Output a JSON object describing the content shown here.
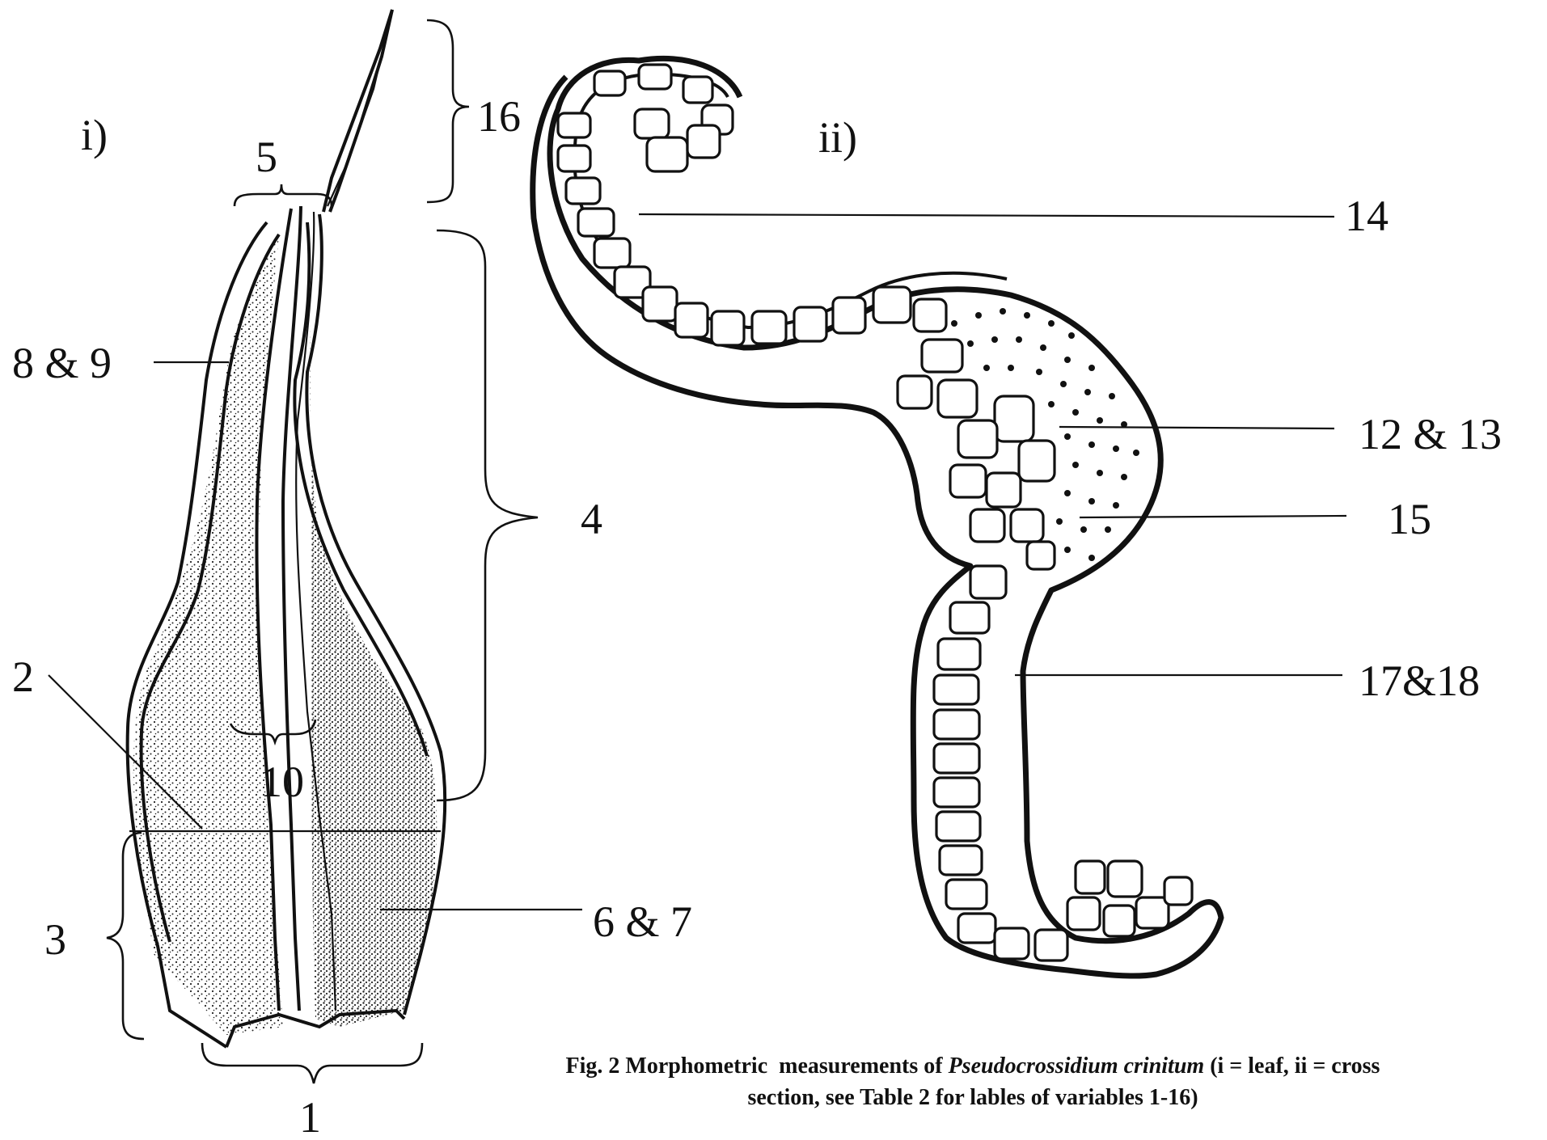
{
  "figure": {
    "panel_labels": {
      "leaf": "i)",
      "cross_section": "ii)"
    },
    "leaf_labels": {
      "l1": "1",
      "l2": "2",
      "l3": "3",
      "l4": "4",
      "l5": "5",
      "l6_7": "6 & 7",
      "l8_9": "8 & 9",
      "l10": "10",
      "l16": "16"
    },
    "section_labels": {
      "l12_13": "12 & 13",
      "l14": "14",
      "l15": "15",
      "l17_18": "17&18"
    },
    "caption": {
      "prefix": "Fig. 2 Morphometric  measurements of ",
      "species": "Pseudocrossidium crinitum",
      "suffix": " (i = leaf, ii = cross",
      "line2": "section, see Table 2 for lables of variables 1-16)"
    }
  }
}
